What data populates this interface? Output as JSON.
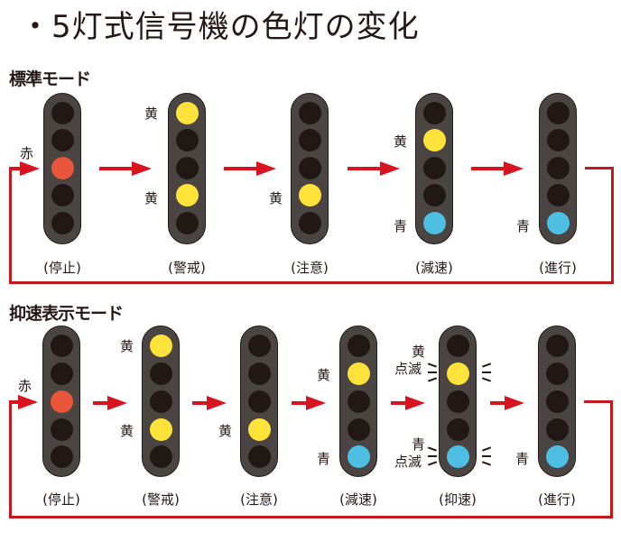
{
  "title": "・5灯式信号機の色灯の変化",
  "colors": {
    "signal_body": "#4a4542",
    "lamp_off": "#211816",
    "red": "#e9553a",
    "yellow": "#ffe23a",
    "blue": "#4ebfe3",
    "arrow": "#d7141f"
  },
  "standard_mode": {
    "heading": "標準モード",
    "signals": [
      {
        "caption": "(停止)",
        "lamps": [
          "off",
          "off",
          "red",
          "off",
          "off"
        ],
        "labels": [
          {
            "text": "赤",
            "lamp": 2
          }
        ]
      },
      {
        "caption": "(警戒)",
        "lamps": [
          "yellow",
          "off",
          "off",
          "yellow",
          "off"
        ],
        "labels": [
          {
            "text": "黄",
            "lamp": 0
          },
          {
            "text": "黄",
            "lamp": 3
          }
        ]
      },
      {
        "caption": "(注意)",
        "lamps": [
          "off",
          "off",
          "off",
          "yellow",
          "off"
        ],
        "labels": [
          {
            "text": "黄",
            "lamp": 3
          }
        ]
      },
      {
        "caption": "(減速)",
        "lamps": [
          "off",
          "yellow",
          "off",
          "off",
          "blue"
        ],
        "labels": [
          {
            "text": "黄",
            "lamp": 1
          },
          {
            "text": "青",
            "lamp": 4
          }
        ]
      },
      {
        "caption": "(進行)",
        "lamps": [
          "off",
          "off",
          "off",
          "off",
          "blue"
        ],
        "labels": [
          {
            "text": "青",
            "lamp": 4
          }
        ]
      }
    ]
  },
  "restricted_mode": {
    "heading": "抑速表示モード",
    "signals": [
      {
        "caption": "(停止)",
        "lamps": [
          "off",
          "off",
          "red",
          "off",
          "off"
        ],
        "labels": [
          {
            "text": "赤",
            "lamp": 2
          }
        ]
      },
      {
        "caption": "(警戒)",
        "lamps": [
          "yellow",
          "off",
          "off",
          "yellow",
          "off"
        ],
        "labels": [
          {
            "text": "黄",
            "lamp": 0
          },
          {
            "text": "黄",
            "lamp": 3
          }
        ]
      },
      {
        "caption": "(注意)",
        "lamps": [
          "off",
          "off",
          "off",
          "yellow",
          "off"
        ],
        "labels": [
          {
            "text": "黄",
            "lamp": 3
          }
        ]
      },
      {
        "caption": "(減速)",
        "lamps": [
          "off",
          "yellow",
          "off",
          "off",
          "blue"
        ],
        "labels": [
          {
            "text": "黄",
            "lamp": 1
          },
          {
            "text": "青",
            "lamp": 4
          }
        ]
      },
      {
        "caption": "(抑速)",
        "lamps": [
          "off",
          "yellow",
          "off",
          "off",
          "blue"
        ],
        "labels": [
          {
            "text": "黄",
            "lamp": 1,
            "sub": "点滅"
          },
          {
            "text": "青",
            "lamp": 4,
            "sub": "点滅"
          }
        ],
        "flashing": [
          1,
          4
        ]
      },
      {
        "caption": "(進行)",
        "lamps": [
          "off",
          "off",
          "off",
          "off",
          "blue"
        ],
        "labels": [
          {
            "text": "青",
            "lamp": 4
          }
        ]
      }
    ]
  }
}
